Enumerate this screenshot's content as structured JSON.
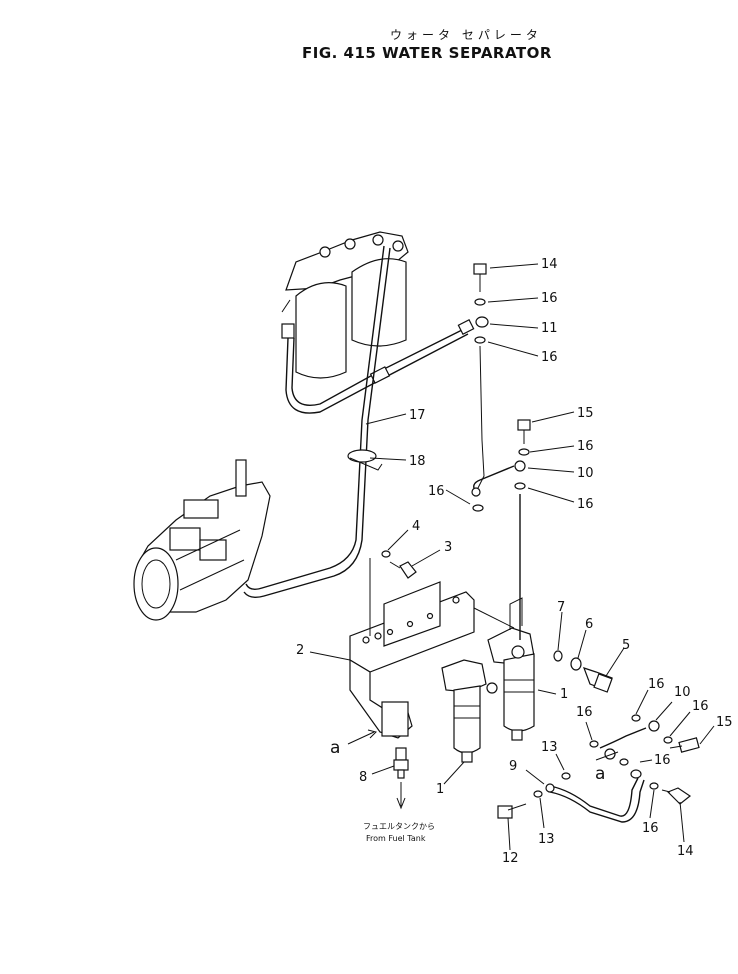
{
  "title": {
    "jp": "ウォータ セパレータ",
    "fig": "FIG. 415  WATER  SEPARATOR"
  },
  "callouts": {
    "c14a": "14",
    "c16a": "16",
    "c11": "11",
    "c16b": "16",
    "c17": "17",
    "c18": "18",
    "c15a": "15",
    "c16c": "16",
    "c10a": "10",
    "c16d": "16",
    "c16e": "16",
    "c4": "4",
    "c3": "3",
    "c2": "2",
    "c7": "7",
    "c6": "6",
    "c5": "5",
    "c1a": "1",
    "c16f": "16",
    "c10b": "10",
    "c16g": "16",
    "c15b": "15",
    "c16h": "16",
    "c16i": "16",
    "c13a": "13",
    "c9": "9",
    "c8": "8",
    "c1b": "1",
    "c12": "12",
    "c13b": "13",
    "c16j": "16",
    "c14b": "14",
    "a1": "a",
    "a2": "a"
  },
  "fuel_note": {
    "jp": "フュエルタンクから",
    "en": "From Fuel Tank"
  }
}
